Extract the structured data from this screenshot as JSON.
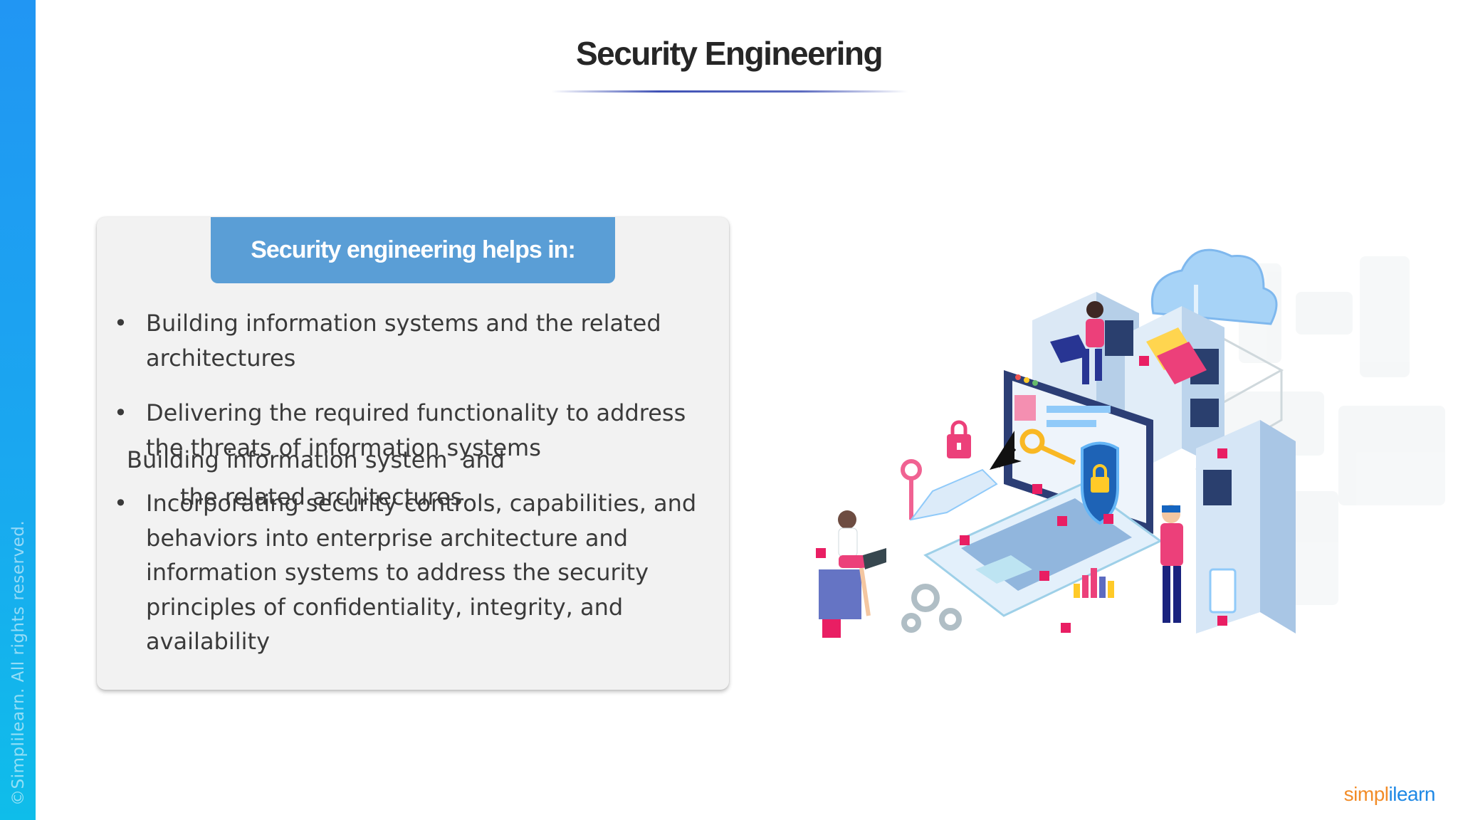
{
  "slide": {
    "title": "Security Engineering",
    "copyright": "©Simplilearn. All rights reserved.",
    "brand_logo": {
      "part1": "simpl",
      "part2": "i",
      "part3": "learn"
    }
  },
  "card": {
    "header": "Security engineering helps in:",
    "bullet_symbol": "•",
    "bullets": [
      "Building information systems and the related architectures",
      "Delivering the required functionality to address the threats of information systems",
      "Incorporating security controls, capabilities, and behaviors into enterprise architecture and information systems to address the security principles of confidentiality, integrity, and availability"
    ],
    "overlay_text_line1": "Building information system  and",
    "overlay_text_line2": "the related architectures"
  },
  "colors": {
    "side_strip": "#2196f3",
    "card_header": "#5a9ed6",
    "title_rule": "#3f51b5",
    "accent_pink": "#e91e63"
  }
}
